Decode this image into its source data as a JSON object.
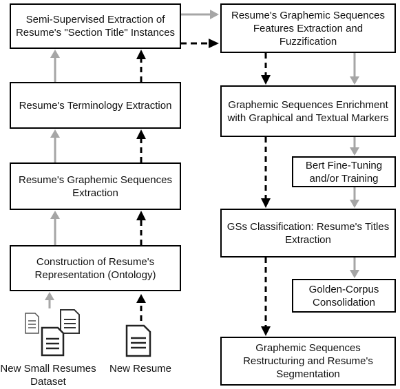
{
  "colors": {
    "solid_arrow": "#a6a6a6",
    "dashed_arrow": "#000000",
    "box_border": "#000000"
  },
  "boxes": {
    "semi_supervised": "Semi-Supervised Extraction of Resume's \"Section Title\" Instances",
    "terminology": "Resume's Terminology Extraction",
    "graphemic_extraction": "Resume's Graphemic Sequences Extraction",
    "ontology": "Construction of Resume's Representation (Ontology)",
    "features": "Resume's Graphemic Sequences Features Extraction and Fuzzification",
    "enrichment": "Graphemic Sequences Enrichment with Graphical and Textual Markers",
    "bert": "Bert Fine-Tuning and/or Training",
    "classification": "GSs Classification: Resume's Titles Extraction",
    "golden": "Golden-Corpus Consolidation",
    "restructuring": "Graphemic Sequences Restructuring and Resume's Segmentation"
  },
  "labels": {
    "dataset": "New Small Resumes Dataset",
    "new_resume": "New Resume"
  },
  "icons": {
    "document": "document-icon"
  }
}
